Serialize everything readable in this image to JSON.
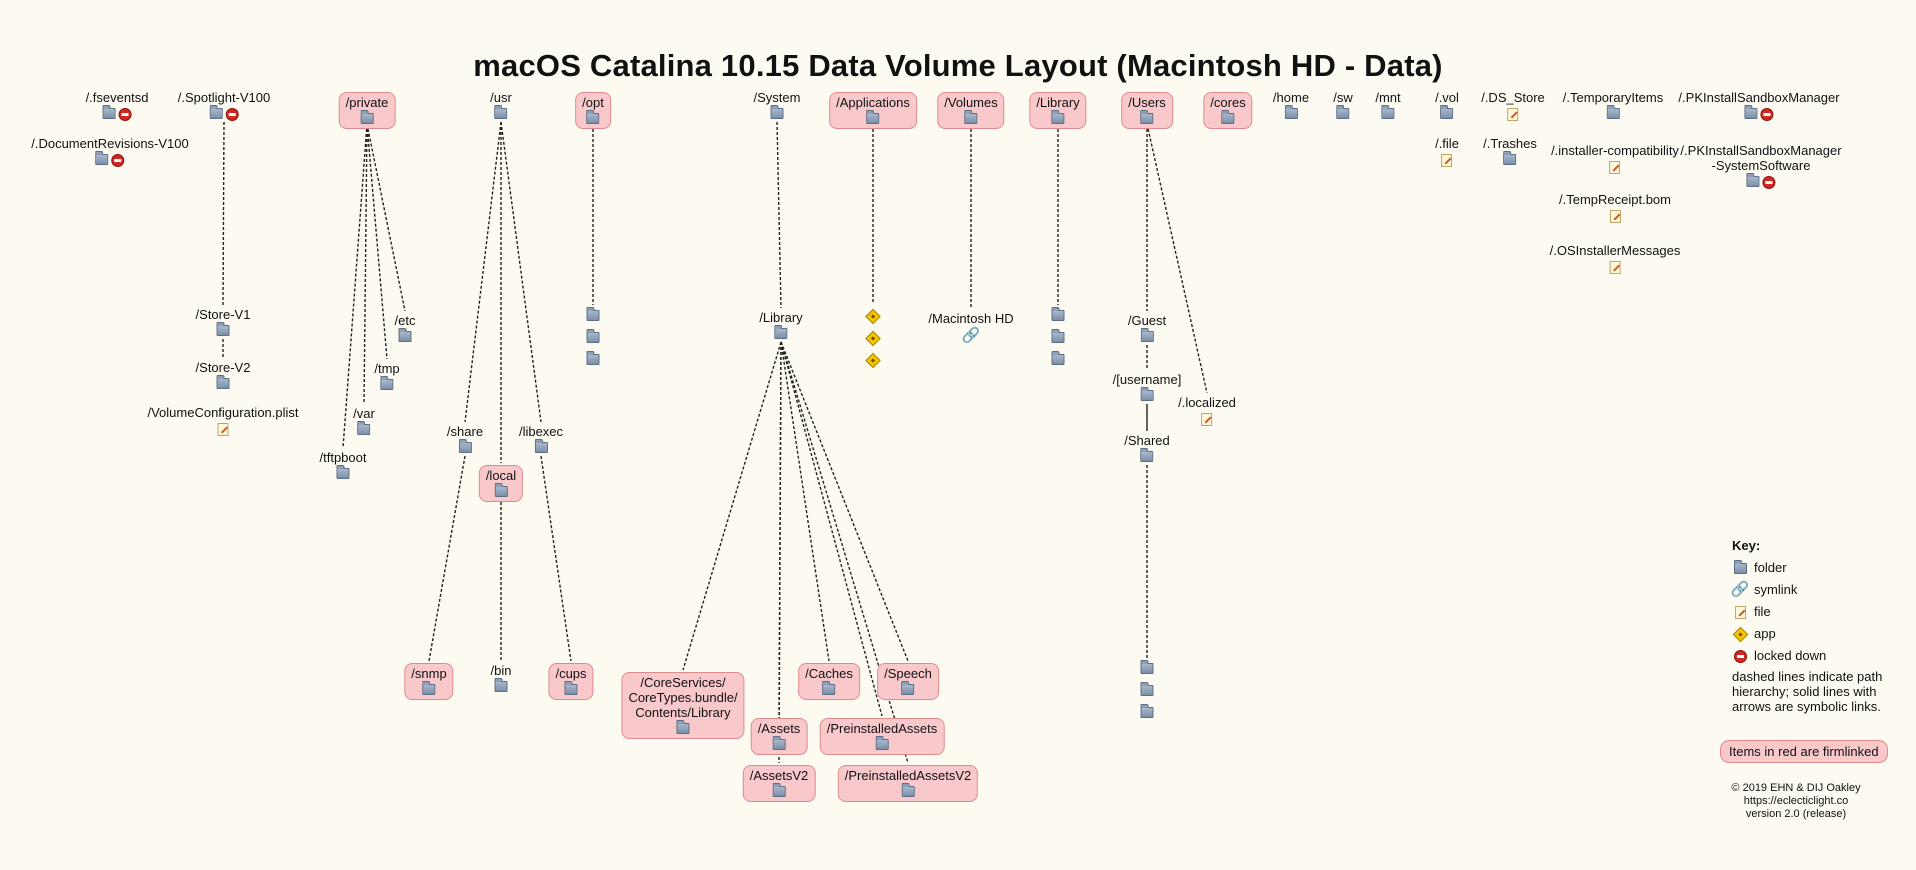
{
  "title": "macOS Catalina 10.15 Data Volume Layout (Macintosh HD - Data)",
  "nodes": [
    {
      "id": "fseventsd",
      "label": "/.fseventsd",
      "icons": [
        "folder",
        "locked"
      ],
      "pink": false
    },
    {
      "id": "spotlight",
      "label": "/.Spotlight-V100",
      "icons": [
        "folder",
        "locked"
      ],
      "pink": false
    },
    {
      "id": "docrevisions",
      "label": "/.DocumentRevisions-V100",
      "icons": [
        "folder",
        "locked"
      ],
      "pink": false
    },
    {
      "id": "store_v1",
      "label": "/Store-V1",
      "icons": [
        "folder"
      ],
      "pink": false
    },
    {
      "id": "store_v2",
      "label": "/Store-V2",
      "icons": [
        "folder"
      ],
      "pink": false
    },
    {
      "id": "volconfig",
      "label": "/VolumeConfiguration.plist",
      "icons": [
        "file"
      ],
      "pink": false
    },
    {
      "id": "private",
      "label": "/private",
      "icons": [
        "folder"
      ],
      "pink": true
    },
    {
      "id": "etc",
      "label": "/etc",
      "icons": [
        "folder"
      ],
      "pink": false
    },
    {
      "id": "tmp",
      "label": "/tmp",
      "icons": [
        "folder"
      ],
      "pink": false
    },
    {
      "id": "var",
      "label": "/var",
      "icons": [
        "folder"
      ],
      "pink": false
    },
    {
      "id": "tftpboot",
      "label": "/tftpboot",
      "icons": [
        "folder"
      ],
      "pink": false
    },
    {
      "id": "usr",
      "label": "/usr",
      "icons": [
        "folder"
      ],
      "pink": false
    },
    {
      "id": "share",
      "label": "/share",
      "icons": [
        "folder"
      ],
      "pink": false
    },
    {
      "id": "libexec",
      "label": "/libexec",
      "icons": [
        "folder"
      ],
      "pink": false
    },
    {
      "id": "local",
      "label": "/local",
      "icons": [
        "folder"
      ],
      "pink": true
    },
    {
      "id": "snmp",
      "label": "/snmp",
      "icons": [
        "folder"
      ],
      "pink": true
    },
    {
      "id": "bin",
      "label": "/bin",
      "icons": [
        "folder"
      ],
      "pink": false
    },
    {
      "id": "cups",
      "label": "/cups",
      "icons": [
        "folder"
      ],
      "pink": true
    },
    {
      "id": "opt",
      "label": "/opt",
      "icons": [
        "folder"
      ],
      "pink": true
    },
    {
      "id": "opt1",
      "label": "",
      "icons": [
        "folder"
      ],
      "pink": false
    },
    {
      "id": "opt2",
      "label": "",
      "icons": [
        "folder"
      ],
      "pink": false
    },
    {
      "id": "opt3",
      "label": "",
      "icons": [
        "folder"
      ],
      "pink": false
    },
    {
      "id": "system",
      "label": "/System",
      "icons": [
        "folder"
      ],
      "pink": false
    },
    {
      "id": "syslibrary",
      "label": "/Library",
      "icons": [
        "folder"
      ],
      "pink": false
    },
    {
      "id": "coreservices",
      "label": "/CoreServices/\nCoreTypes.bundle/\nContents/Library",
      "icons": [
        "folder"
      ],
      "pink": true
    },
    {
      "id": "assets",
      "label": "/Assets",
      "icons": [
        "folder"
      ],
      "pink": true
    },
    {
      "id": "assetsv2",
      "label": "/AssetsV2",
      "icons": [
        "folder"
      ],
      "pink": true
    },
    {
      "id": "caches",
      "label": "/Caches",
      "icons": [
        "folder"
      ],
      "pink": true
    },
    {
      "id": "speech",
      "label": "/Speech",
      "icons": [
        "folder"
      ],
      "pink": true
    },
    {
      "id": "preinstalled",
      "label": "/PreinstalledAssets",
      "icons": [
        "folder"
      ],
      "pink": true
    },
    {
      "id": "preinstalledv2",
      "label": "/PreinstalledAssetsV2",
      "icons": [
        "folder"
      ],
      "pink": true
    },
    {
      "id": "applications",
      "label": "/Applications",
      "icons": [
        "folder"
      ],
      "pink": true
    },
    {
      "id": "app1",
      "label": "",
      "icons": [
        "app"
      ],
      "pink": false
    },
    {
      "id": "app2",
      "label": "",
      "icons": [
        "app"
      ],
      "pink": false
    },
    {
      "id": "app3",
      "label": "",
      "icons": [
        "app"
      ],
      "pink": false
    },
    {
      "id": "volumes",
      "label": "/Volumes",
      "icons": [
        "folder"
      ],
      "pink": true
    },
    {
      "id": "machd",
      "label": "/Macintosh HD",
      "icons": [
        "symlink"
      ],
      "pink": false
    },
    {
      "id": "library",
      "label": "/Library",
      "icons": [
        "folder"
      ],
      "pink": true
    },
    {
      "id": "lib1",
      "label": "",
      "icons": [
        "folder"
      ],
      "pink": false
    },
    {
      "id": "lib2",
      "label": "",
      "icons": [
        "folder"
      ],
      "pink": false
    },
    {
      "id": "lib3",
      "label": "",
      "icons": [
        "folder"
      ],
      "pink": false
    },
    {
      "id": "users",
      "label": "/Users",
      "icons": [
        "folder"
      ],
      "pink": true
    },
    {
      "id": "guest",
      "label": "/Guest",
      "icons": [
        "folder"
      ],
      "pink": false
    },
    {
      "id": "username",
      "label": "/[username]",
      "icons": [
        "folder"
      ],
      "pink": false
    },
    {
      "id": "shared",
      "label": "/Shared",
      "icons": [
        "folder"
      ],
      "pink": false
    },
    {
      "id": "localized",
      "label": "/.localized",
      "icons": [
        "file"
      ],
      "pink": false
    },
    {
      "id": "sh1",
      "label": "",
      "icons": [
        "folder"
      ],
      "pink": false
    },
    {
      "id": "sh2",
      "label": "",
      "icons": [
        "folder"
      ],
      "pink": false
    },
    {
      "id": "sh3",
      "label": "",
      "icons": [
        "folder"
      ],
      "pink": false
    },
    {
      "id": "cores",
      "label": "/cores",
      "icons": [
        "folder"
      ],
      "pink": true
    },
    {
      "id": "home",
      "label": "/home",
      "icons": [
        "folder"
      ],
      "pink": false
    },
    {
      "id": "sw",
      "label": "/sw",
      "icons": [
        "folder"
      ],
      "pink": false
    },
    {
      "id": "mnt",
      "label": "/mnt",
      "icons": [
        "folder"
      ],
      "pink": false
    },
    {
      "id": "vol",
      "label": "/.vol",
      "icons": [
        "folder"
      ],
      "pink": false
    },
    {
      "id": "dotfile",
      "label": "/.file",
      "icons": [
        "file"
      ],
      "pink": false
    },
    {
      "id": "dsstore",
      "label": "/.DS_Store",
      "icons": [
        "file"
      ],
      "pink": false
    },
    {
      "id": "trashes",
      "label": "/.Trashes",
      "icons": [
        "folder"
      ],
      "pink": false
    },
    {
      "id": "tempitems",
      "label": "/.TemporaryItems",
      "icons": [
        "folder"
      ],
      "pink": false
    },
    {
      "id": "installercompat",
      "label": "/.installer-compatibility",
      "icons": [
        "file"
      ],
      "pink": false
    },
    {
      "id": "tempreceipt",
      "label": "/.TempReceipt.bom",
      "icons": [
        "file"
      ],
      "pink": false
    },
    {
      "id": "osinstaller",
      "label": "/.OSInstallerMessages",
      "icons": [
        "file"
      ],
      "pink": false
    },
    {
      "id": "pkinstall",
      "label": "/.PKInstallSandboxManager",
      "icons": [
        "folder",
        "locked"
      ],
      "pink": false
    },
    {
      "id": "pkinstallsys",
      "label": "/.PKInstallSandboxManager\n-SystemSoftware",
      "icons": [
        "folder",
        "locked"
      ],
      "pink": false
    }
  ],
  "edges": [
    {
      "from": "spotlight",
      "to": "store_v1",
      "style": "dashed"
    },
    {
      "from": "store_v1",
      "to": "store_v2",
      "style": "dashed"
    },
    {
      "from": "private",
      "to": "etc",
      "style": "dashed"
    },
    {
      "from": "private",
      "to": "tmp",
      "style": "dashed"
    },
    {
      "from": "private",
      "to": "var",
      "style": "dashed"
    },
    {
      "from": "private",
      "to": "tftpboot",
      "style": "dashed"
    },
    {
      "from": "usr",
      "to": "share",
      "style": "dashed"
    },
    {
      "from": "usr",
      "to": "local",
      "style": "dashed"
    },
    {
      "from": "usr",
      "to": "libexec",
      "style": "dashed"
    },
    {
      "from": "share",
      "to": "snmp",
      "style": "dashed"
    },
    {
      "from": "local",
      "to": "bin",
      "style": "dashed"
    },
    {
      "from": "libexec",
      "to": "cups",
      "style": "dashed"
    },
    {
      "from": "opt",
      "to": "opt1",
      "style": "dashed"
    },
    {
      "from": "system",
      "to": "syslibrary",
      "style": "dashed"
    },
    {
      "from": "syslibrary",
      "to": "coreservices",
      "style": "dashed"
    },
    {
      "from": "syslibrary",
      "to": "assets",
      "style": "dashed"
    },
    {
      "from": "syslibrary",
      "to": "assetsv2",
      "style": "dashed"
    },
    {
      "from": "syslibrary",
      "to": "caches",
      "style": "dashed"
    },
    {
      "from": "syslibrary",
      "to": "speech",
      "style": "dashed"
    },
    {
      "from": "syslibrary",
      "to": "preinstalled",
      "style": "dashed"
    },
    {
      "from": "syslibrary",
      "to": "preinstalledv2",
      "style": "dashed"
    },
    {
      "from": "applications",
      "to": "app1",
      "style": "dashed"
    },
    {
      "from": "volumes",
      "to": "machd",
      "style": "dashed"
    },
    {
      "from": "library",
      "to": "lib1",
      "style": "dashed"
    },
    {
      "from": "users",
      "to": "guest",
      "style": "dashed"
    },
    {
      "from": "users",
      "to": "localized",
      "style": "dashed"
    },
    {
      "from": "guest",
      "to": "username",
      "style": "dashed"
    },
    {
      "from": "username",
      "to": "shared",
      "style": "solid"
    },
    {
      "from": "shared",
      "to": "sh1",
      "style": "dashed"
    }
  ],
  "key": {
    "title": "Key:",
    "items": [
      {
        "icon": "folder",
        "label": "folder"
      },
      {
        "icon": "symlink",
        "label": "symlink"
      },
      {
        "icon": "file",
        "label": "file"
      },
      {
        "icon": "app",
        "label": "app"
      },
      {
        "icon": "locked",
        "label": "locked down"
      }
    ],
    "note": "dashed lines indicate path hierarchy; solid lines with arrows are symbolic links.",
    "firmlink_note": "Items in red are firmlinked"
  },
  "credits": {
    "line1": "© 2019 EHN & DIJ Oakley",
    "line2": "https://eclecticlight.co",
    "line3": "version 2.0 (release)"
  },
  "colors": {
    "background": "#fdfbf1",
    "firmlink_fill": "#f9c8ca",
    "firmlink_border": "#de8a8f",
    "line": "#222222"
  }
}
